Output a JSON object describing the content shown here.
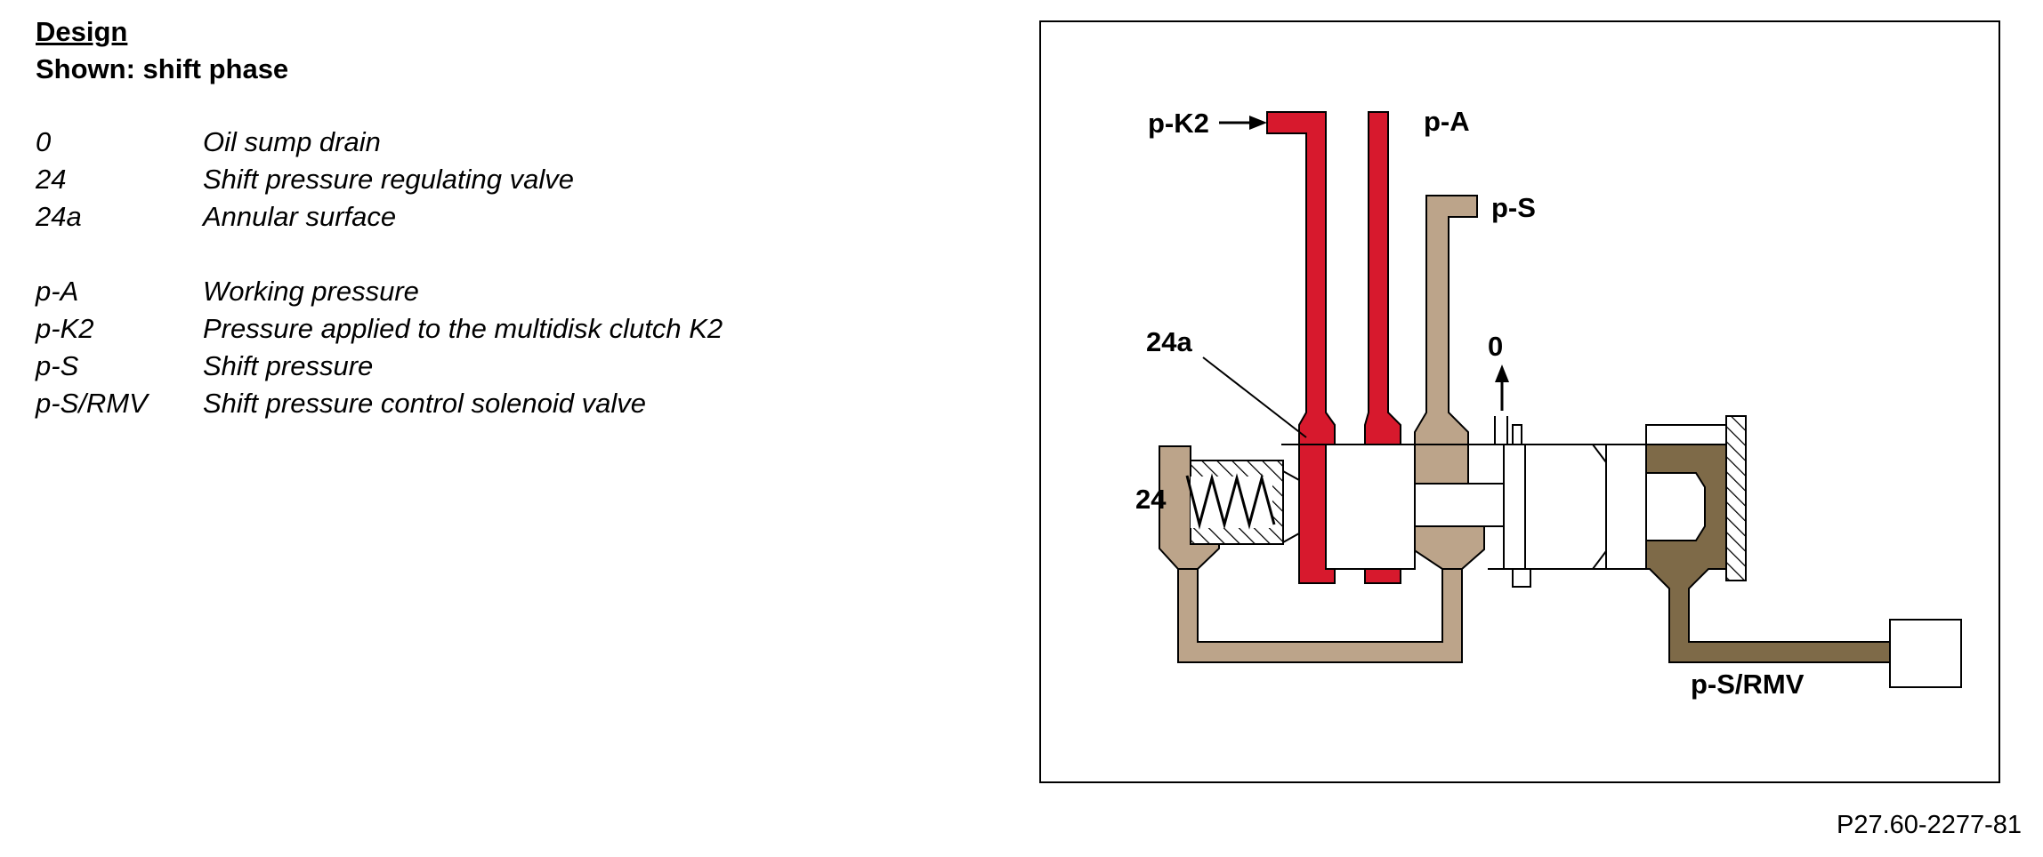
{
  "header": {
    "title": "Design",
    "subtitle": "Shown: shift phase"
  },
  "legend": [
    {
      "key": "0",
      "desc": "Oil sump drain"
    },
    {
      "key": "24",
      "desc": "Shift pressure regulating valve"
    },
    {
      "key": "24a",
      "desc": "Annular surface"
    },
    {
      "key": "p-A",
      "desc": "Working pressure"
    },
    {
      "key": "p-K2",
      "desc": "Pressure applied to the multidisk clutch K2"
    },
    {
      "key": "p-S",
      "desc": "Shift pressure"
    },
    {
      "key": "p-S/RMV",
      "desc": "Shift pressure control solenoid valve"
    }
  ],
  "diagram": {
    "labels": {
      "pk2": "p-K2",
      "pa": "p-A",
      "ps": "p-S",
      "l24a": "24a",
      "l0": "0",
      "l24": "24",
      "psrmv": "p-S/RMV"
    },
    "colors": {
      "red": "#d7192d",
      "tan": "#bca48a",
      "olive": "#7e6a48",
      "outline": "#000000"
    }
  },
  "figure_ref": "P27.60-2277-81"
}
